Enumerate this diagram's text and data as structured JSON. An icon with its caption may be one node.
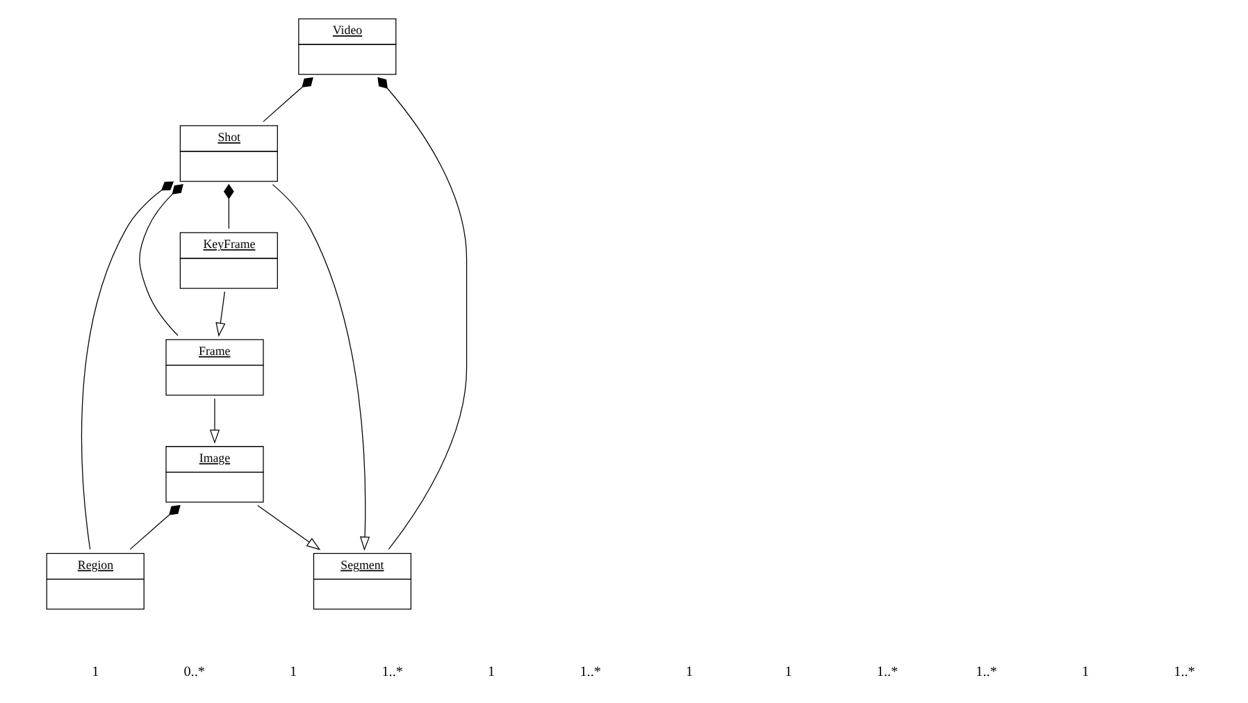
{
  "diagram": {
    "nodes": [
      {
        "text": [
          "KeyFrame"
        ]
      },
      {
        "text": [
          "Video"
        ]
      },
      {
        "text": [
          "Shot"
        ]
      },
      {
        "text": [
          "Frame"
        ]
      },
      {
        "text": [
          "Region"
        ]
      },
      {
        "text": [
          "Segment"
        ]
      },
      {
        "text": [
          "Image"
        ]
      }
    ],
    "edges": [
      {
        "from": 2,
        "to": 0,
        "arrow": "other"
      },
      {
        "from": 1,
        "to": 2,
        "arrow": "other"
      },
      {
        "from": 2,
        "to": 3,
        "arrow": "other"
      },
      {
        "from": 0,
        "to": 3,
        "arrow": "to"
      },
      {
        "from": 2,
        "to": 4,
        "arrow": "other"
      },
      {
        "from": 1,
        "to": 5,
        "arrow": "other"
      },
      {
        "from": 2,
        "to": 5,
        "arrow": "to"
      },
      {
        "from": 3,
        "to": 6,
        "arrow": "to"
      },
      {
        "from": 6,
        "to": 4,
        "arrow": "other"
      },
      {
        "from": 6,
        "to": 5,
        "arrow": "to"
      }
    ],
    "labels": [
      "1",
      "0..*",
      "1",
      "1..*",
      "1",
      "1..*",
      "1",
      "1",
      "1..*",
      "1..*",
      "1",
      "1..*"
    ]
  }
}
